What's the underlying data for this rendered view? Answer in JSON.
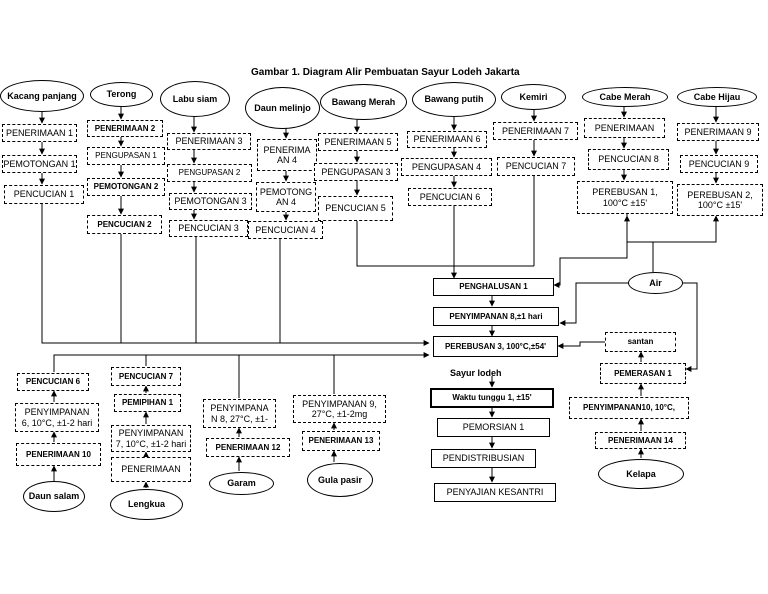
{
  "title": "Gambar 1. Diagram Alir Pembuatan Sayur Lodeh Jakarta",
  "top_inputs": {
    "kacang": "Kacang\npanjang",
    "terong": "Terong",
    "labu": "Labu\nsiam",
    "daun_melinjo": "Daun\nmelinjo",
    "bawang_merah": "Bawang\nMerah",
    "bawang_putih": "Bawang\nputih",
    "kemiri": "Kemiri",
    "cabe_merah": "Cabe Merah",
    "cabe_hijau": "Cabe Hijau"
  },
  "col_kacang": [
    "PENERIMAAN 1",
    "PEMOTONGAN 1",
    "PENCUCIAN 1"
  ],
  "col_terong": [
    "PENERIMAAN 2",
    "PENGUPASAN 1",
    "PEMOTONGAN 2",
    "PENCUCIAN 2"
  ],
  "col_labu": [
    "PENERIMAAN 3",
    "PENGUPASAN 2",
    "PEMOTONGAN 3",
    "PENCUCIAN 3"
  ],
  "col_melinjo": [
    "PENERIMA\nAN 4",
    "PEMOTONG\nAN 4",
    "PENCUCIAN 4"
  ],
  "col_bawang_merah": [
    "PENERIMAAN 5",
    "PENGUPASAN 3",
    "PENCUCIAN 5"
  ],
  "col_bawang_putih": [
    "PENERIMAAN 6",
    "PENGUPASAN 4",
    "PENCUCIAN 6"
  ],
  "col_kemiri": [
    "PENERIMAAN 7",
    "PENCUCIAN 7"
  ],
  "col_cabe_merah": [
    "PENERIMAAN",
    "PENCUCIAN 8",
    "PEREBUSAN 1,\n100°C ±15'"
  ],
  "col_cabe_hijau": [
    "PENERIMAAN 9",
    "PENCUCIAN 9",
    "PEREBUSAN 2,\n100°C ±15'"
  ],
  "center": {
    "penghalusan": "PENGHALUSAN 1",
    "penyimpanan": "PENYIMPANAN 8,±1 hari",
    "perebusan": "PEREBUSAN 3, 100°C,±54'",
    "sayur_lodeh": "Sayur lodeh",
    "waktu": "Waktu tunggu 1, ±15'",
    "pemorsian": "PEMORSIAN 1",
    "pendistribusian": "PENDISTRIBUSIAN",
    "penyajian": "PENYAJIAN KESANTRI"
  },
  "air": "Air",
  "right_col": {
    "santan": "santan",
    "pemerasan": "PEMERASAN 1",
    "penyimpanan": "PENYIMPANAN10, 10°C,",
    "penerimaan": "PENERIMAAN 14",
    "kelapa": "Kelapa"
  },
  "bottom_daun_salam": {
    "pencucian": "PENCUCIAN 6",
    "penyimpanan": "PENYIMPANAN\n6, 10°C, ±1-2 hari",
    "penerimaan": "PENERIMAAN 10",
    "source": "Daun\nsalam"
  },
  "bottom_lengkua": {
    "pencucian": "PENCUCIAN 7",
    "pemipihan": "PEMIPIHAN 1",
    "penyimpanan": "PENYIMPANAN\n7, 10°C, ±1-2 hari",
    "penerimaan": "PENERIMAAN",
    "source": "Lengkua"
  },
  "bottom_garam": {
    "penyimpanan": "PENYIMPANA\nN 8, 27°C, ±1-",
    "penerimaan": "PENERIMAAN 12",
    "source": "Garam"
  },
  "bottom_gula": {
    "penyimpanan": "PENYIMPANAN 9,\n27°C, ±1-2mg",
    "penerimaan": "PENERIMAAN 13",
    "source": "Gula\npasir"
  }
}
